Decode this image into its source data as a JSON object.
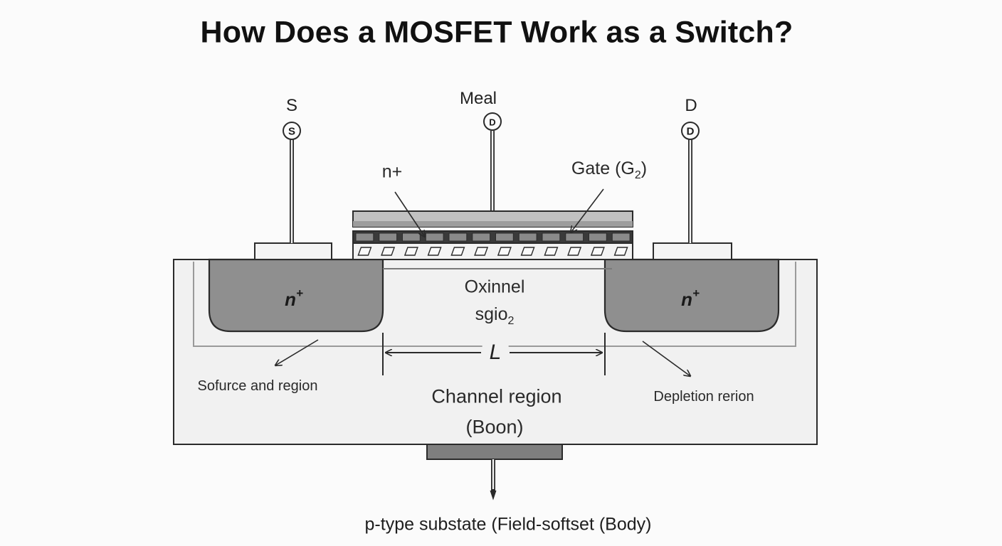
{
  "title": "How Does a MOSFET Work as a Switch?",
  "terminals": {
    "source_label": "S",
    "source_pin": "S",
    "gate_label": "Meal",
    "gate_pin": "D",
    "drain_label": "D",
    "drain_pin": "D"
  },
  "labels": {
    "n_plus_top": "n+",
    "gate": "Gate (G",
    "gate_subscript": "2",
    "gate_close": ")",
    "oxide_line1": "Oxinnel",
    "oxide_line2": "sgio",
    "oxide_subscript": "2",
    "n_plus_source": "n",
    "n_plus_source_sup": "+",
    "n_plus_drain": "n",
    "n_plus_drain_sup": "+",
    "length": "L",
    "source_region": "Sofurce and region",
    "depletion_region": "Depletion rerion",
    "channel_line1": "Channel region",
    "channel_line2": "(Boon)",
    "substrate": "p-type substate (Field-softset (Body)"
  },
  "colors": {
    "background": "#fbfbfb",
    "substrate_fill": "#f1f1f1",
    "n_region_fill": "#8f8f8f",
    "metal_gate_fill": "#b9b9b9",
    "outline": "#2b2b2b"
  }
}
